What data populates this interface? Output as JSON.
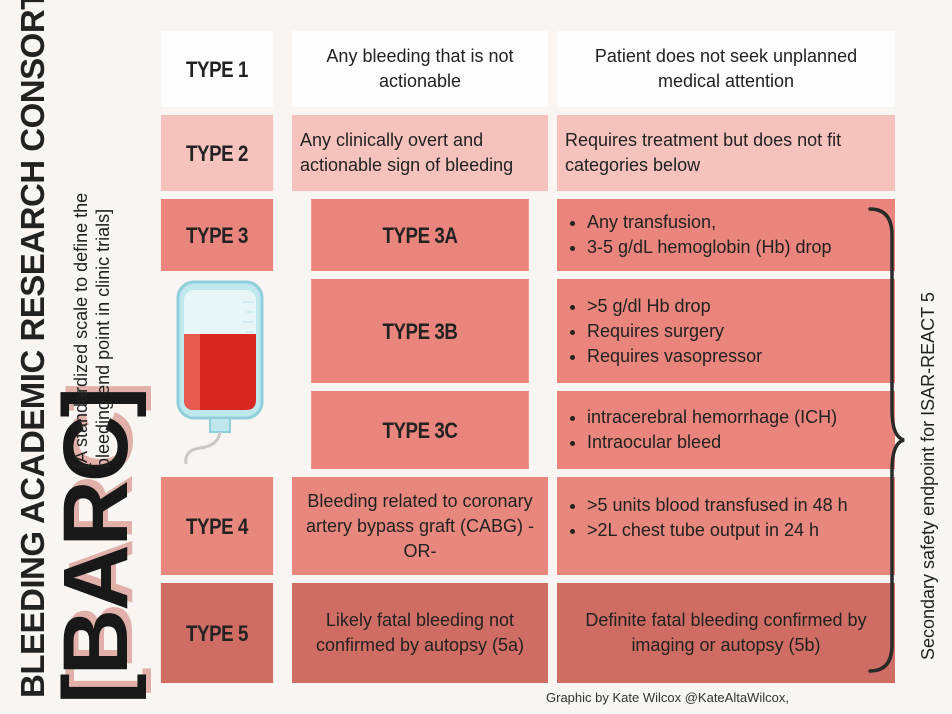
{
  "title": {
    "main": "BLEEDING ACADEMIC RESEARCH CONSORTIUM SCALE",
    "acronym": "[BARC]",
    "subtitle_line1": "[A standardized scale to define the",
    "subtitle_line2": "bleeding end point in clinic trials]"
  },
  "side_note": "Secondary safety endpoint for ISAR-REACT 5",
  "credit": "Graphic by Kate Wilcox @KateAltaWilcox,",
  "rows": {
    "type1": {
      "label": "TYPE 1",
      "desc": "Any bleeding that is not actionable",
      "criteria": "Patient does not seek unplanned medical attention"
    },
    "type2": {
      "label": "TYPE 2",
      "desc": "Any clinically overt and actionable sign of bleeding",
      "criteria": "Requires treatment but does not fit categories below"
    },
    "type3": {
      "label": "TYPE 3"
    },
    "type3a": {
      "label": "TYPE 3A",
      "bullets": [
        "Any transfusion,",
        "3-5 g/dL hemoglobin (Hb) drop"
      ]
    },
    "type3b": {
      "label": "TYPE 3B",
      "bullets": [
        "&gt;5 g/dl Hb drop",
        "Requires surgery",
        "Requires vasopressor"
      ]
    },
    "type3c": {
      "label": "TYPE 3C",
      "bullets": [
        "intracerebral hemorrhage (ICH)",
        "Intraocular bleed"
      ]
    },
    "type4": {
      "label": "TYPE 4",
      "desc": "Bleeding related to coronary artery bypass graft (CABG) -OR-",
      "bullets": [
        "&gt;5 units blood transfused in 48 h",
        "&gt;2L chest tube output in 24 h"
      ]
    },
    "type5": {
      "label": "TYPE 5",
      "desc": "Likely fatal bleeding not confirmed by autopsy (5a)",
      "criteria": "Definite fatal bleeding confirmed by imaging or autopsy (5b)"
    }
  },
  "colors": {
    "type1": "#fdfdfd",
    "type2": "#f5c3bc",
    "type3": "#e9857c",
    "type4": "#e7877d",
    "type5": "#cf6c63"
  },
  "icons": {
    "blood_bag": "iv-blood-bag-icon",
    "brace": "curly-brace-icon"
  }
}
